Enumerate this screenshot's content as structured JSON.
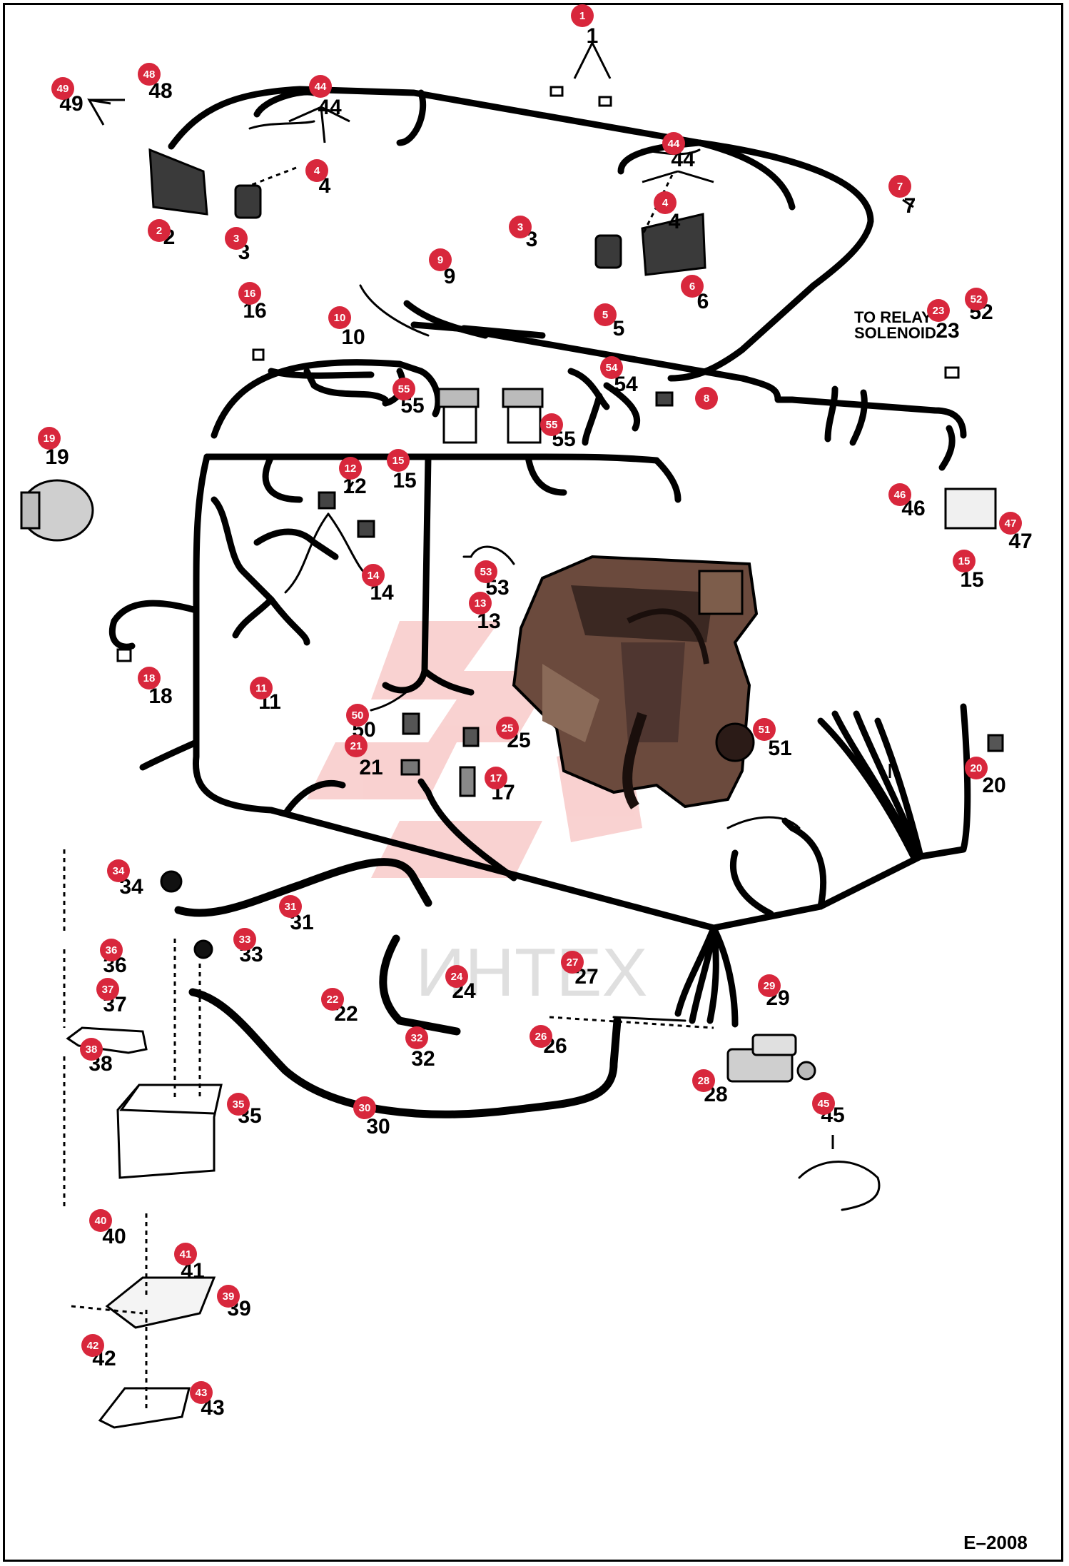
{
  "figure": {
    "code": "E–2008",
    "watermark": "ИНТЕХ",
    "note_line1": "TO RELAY",
    "note_line2": "SOLENOID"
  },
  "colors": {
    "badge": "#d8273c",
    "line": "#000000",
    "watermark": "#e5322d"
  },
  "callouts": [
    {
      "id": "c1",
      "badge": "1",
      "label": "1"
    },
    {
      "id": "c2",
      "badge": "2",
      "label": "2"
    },
    {
      "id": "c3a",
      "badge": "3",
      "label": "3"
    },
    {
      "id": "c3b",
      "badge": "3",
      "label": "3"
    },
    {
      "id": "c4a",
      "badge": "4",
      "label": "4"
    },
    {
      "id": "c4b",
      "badge": "4",
      "label": "4"
    },
    {
      "id": "c5",
      "badge": "5",
      "label": "5"
    },
    {
      "id": "c6",
      "badge": "6",
      "label": "6"
    },
    {
      "id": "c7",
      "badge": "7",
      "label": "7"
    },
    {
      "id": "c8",
      "badge": "8",
      "label": ""
    },
    {
      "id": "c9",
      "badge": "9",
      "label": "9"
    },
    {
      "id": "c10",
      "badge": "10",
      "label": "10"
    },
    {
      "id": "c11",
      "badge": "11",
      "label": "11"
    },
    {
      "id": "c12",
      "badge": "12",
      "label": "12"
    },
    {
      "id": "c13",
      "badge": "13",
      "label": "13"
    },
    {
      "id": "c14",
      "badge": "14",
      "label": "14"
    },
    {
      "id": "c15a",
      "badge": "15",
      "label": "15"
    },
    {
      "id": "c15b",
      "badge": "15",
      "label": "15"
    },
    {
      "id": "c16",
      "badge": "16",
      "label": "16"
    },
    {
      "id": "c17",
      "badge": "17",
      "label": "17"
    },
    {
      "id": "c18",
      "badge": "18",
      "label": "18"
    },
    {
      "id": "c19",
      "badge": "19",
      "label": "19"
    },
    {
      "id": "c20",
      "badge": "20",
      "label": "20"
    },
    {
      "id": "c21",
      "badge": "21",
      "label": "21"
    },
    {
      "id": "c22",
      "badge": "22",
      "label": "22"
    },
    {
      "id": "c23",
      "badge": "23",
      "label": "23"
    },
    {
      "id": "c24",
      "badge": "24",
      "label": "24"
    },
    {
      "id": "c25",
      "badge": "25",
      "label": "25"
    },
    {
      "id": "c26",
      "badge": "26",
      "label": "26"
    },
    {
      "id": "c27",
      "badge": "27",
      "label": "27"
    },
    {
      "id": "c28",
      "badge": "28",
      "label": "28"
    },
    {
      "id": "c29",
      "badge": "29",
      "label": "29"
    },
    {
      "id": "c30",
      "badge": "30",
      "label": "30"
    },
    {
      "id": "c31",
      "badge": "31",
      "label": "31"
    },
    {
      "id": "c32",
      "badge": "32",
      "label": "32"
    },
    {
      "id": "c33",
      "badge": "33",
      "label": "33"
    },
    {
      "id": "c34",
      "badge": "34",
      "label": "34"
    },
    {
      "id": "c35",
      "badge": "35",
      "label": "35"
    },
    {
      "id": "c36",
      "badge": "36",
      "label": "36"
    },
    {
      "id": "c37",
      "badge": "37",
      "label": "37"
    },
    {
      "id": "c38",
      "badge": "38",
      "label": "38"
    },
    {
      "id": "c39",
      "badge": "39",
      "label": "39"
    },
    {
      "id": "c40",
      "badge": "40",
      "label": "40"
    },
    {
      "id": "c41",
      "badge": "41",
      "label": "41"
    },
    {
      "id": "c42",
      "badge": "42",
      "label": "42"
    },
    {
      "id": "c43",
      "badge": "43",
      "label": "43"
    },
    {
      "id": "c44a",
      "badge": "44",
      "label": "44"
    },
    {
      "id": "c44b",
      "badge": "44",
      "label": "44"
    },
    {
      "id": "c45",
      "badge": "45",
      "label": "45"
    },
    {
      "id": "c46",
      "badge": "46",
      "label": "46"
    },
    {
      "id": "c47",
      "badge": "47",
      "label": "47"
    },
    {
      "id": "c48",
      "badge": "48",
      "label": "48"
    },
    {
      "id": "c49",
      "badge": "49",
      "label": "49"
    },
    {
      "id": "c50",
      "badge": "50",
      "label": "50"
    },
    {
      "id": "c51",
      "badge": "51",
      "label": "51"
    },
    {
      "id": "c52",
      "badge": "52",
      "label": "52"
    },
    {
      "id": "c53",
      "badge": "53",
      "label": "53"
    },
    {
      "id": "c54",
      "badge": "54",
      "label": "54"
    },
    {
      "id": "c55a",
      "badge": "55",
      "label": "55"
    },
    {
      "id": "c55b",
      "badge": "55",
      "label": "55"
    }
  ]
}
